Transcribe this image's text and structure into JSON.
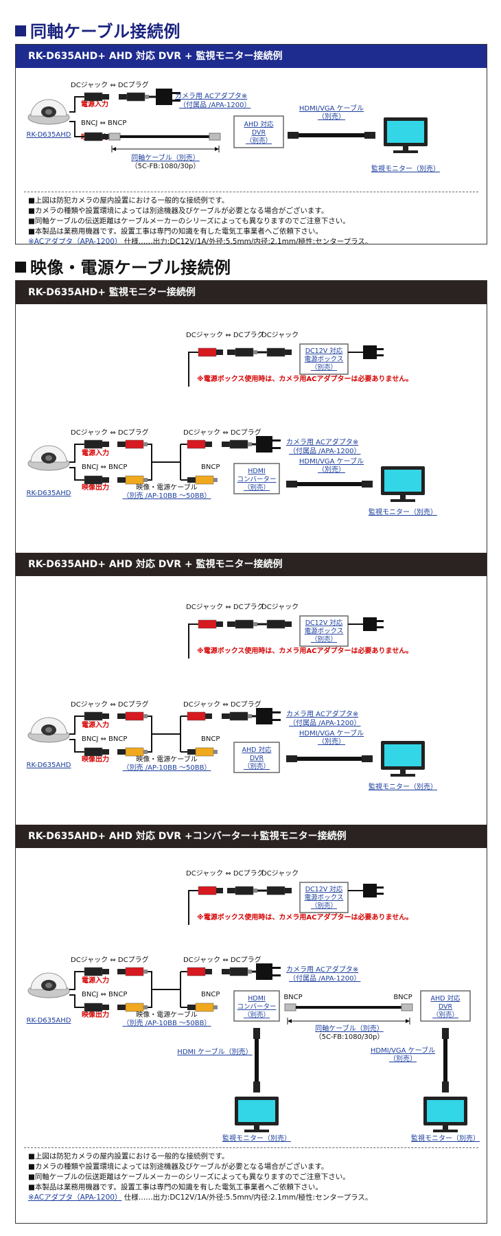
{
  "section1": {
    "title": "同軸ケーブル接続例",
    "bar": "RK-D635AHD+ AHD 対応 DVR + 監視モニター接続例",
    "camera_label": "RK-D635AHD",
    "dc_pair_label": "DCジャック ⇔ DCプラグ",
    "bnc_pair_label": "BNCJ ⇔ BNCP",
    "power_in": "電源入力",
    "video_out": "映像出力",
    "ac_adapter_1": "カメラ用 ACアダプタ※",
    "ac_adapter_2": "（付属品 /APA-1200）",
    "coax_1": "同軸ケーブル（別売）",
    "coax_2": "（5C-FB:1080/30p）",
    "dvr_1": "AHD 対応",
    "dvr_2": "DVR",
    "dvr_3": "（別売）",
    "hdmi_1": "HDMI/VGA ケーブル",
    "hdmi_2": "（別売）",
    "monitor": "監視モニター（別売）"
  },
  "notes": {
    "line1": "■上図は防犯カメラの屋内設置における一般的な接続例です。",
    "line2": "■カメラの種類や設置環境によっては別途機器及びケーブルが必要となる場合がございます。",
    "line3": "■同軸ケーブルの伝送距離はケーブルメーカーのシリーズによっても異なりますのでご注意下さい。",
    "line4": "■本製品は業務用機器です。設置工事は専門の知識を有した電気工事業者へご依頼下さい。",
    "line5_link": "※ACアダプタ（APA-1200）",
    "line5_rest": "仕様……出力:DC12V/1A/外径:5.5mm/内径:2.1mm/極性:センタープラス。"
  },
  "section2": {
    "title": "映像・電源ケーブル接続例",
    "bar_a": "RK-D635AHD+ 監視モニター接続例",
    "bar_b": "RK-D635AHD+ AHD 対応 DVR + 監視モニター接続例",
    "bar_c": "RK-D635AHD+ AHD 対応 DVR +コンバーター＋監視モニター接続例",
    "camera_label": "RK-D635AHD",
    "dc_pair_label": "DCジャック ⇔ DCプラグ",
    "dc_triple_1": "DCジャック ⇔ DCプラグ",
    "dc_triple_2": "DCジャック",
    "bnc_pair_label": "BNCJ ⇔ BNCP",
    "bncp": "BNCP",
    "power_in": "電源入力",
    "video_out": "映像出力",
    "pbox_1": "DC12V 対応",
    "pbox_2": "電源ボックス",
    "pbox_3": "（別売）",
    "warning": "※電源ボックス使用時は、カメラ用ACアダプターは必要ありません。",
    "ac_adapter_1": "カメラ用 ACアダプタ※",
    "ac_adapter_2": "（付属品 /APA-1200）",
    "combo_cable_1": "映像・電源ケーブル",
    "combo_cable_2": "（別売 /AP-10BB ～50BB）",
    "hdmi_conv_1": "HDMI",
    "hdmi_conv_2": "コンバーター",
    "hdmi_conv_3": "（別売）",
    "hdmi_vga_1": "HDMI/VGA ケーブル",
    "hdmi_vga_2": "（別売）",
    "hdmi_cable": "HDMI ケーブル（別売）",
    "dvr_1": "AHD 対応",
    "dvr_2": "DVR",
    "dvr_3": "（別売）",
    "coax_1": "同軸ケーブル（別売）",
    "coax_2": "（5C-FB:1080/30p）",
    "monitor": "監視モニター（別売）"
  },
  "colors": {
    "navy": "#1e2b8f",
    "dark": "#2a2322",
    "red_plug": "#d71920",
    "yellow_plug": "#f0a81f",
    "link": "#1a3d9c",
    "warning": "#d60000",
    "screen": "#33d6e6"
  }
}
